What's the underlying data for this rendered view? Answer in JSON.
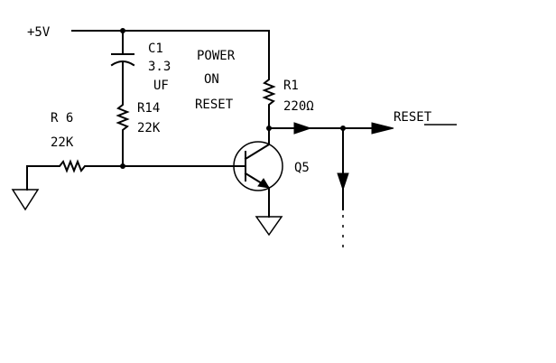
{
  "supply": {
    "label": "+5V"
  },
  "capacitor": {
    "ref": "C1",
    "value": "3.3",
    "unit": "UF"
  },
  "resistors": [
    {
      "ref": "R6",
      "ref_display": "R 6",
      "value": "22K"
    },
    {
      "ref": "R14",
      "ref_display": "R14",
      "value": "22K"
    },
    {
      "ref": "R1",
      "ref_display": "R1",
      "value": "220Ω"
    }
  ],
  "block_label": {
    "line1": "POWER",
    "line2": "ON",
    "line3": "RESET"
  },
  "transistor": {
    "ref": "Q5"
  },
  "output": {
    "label": "RESET"
  }
}
